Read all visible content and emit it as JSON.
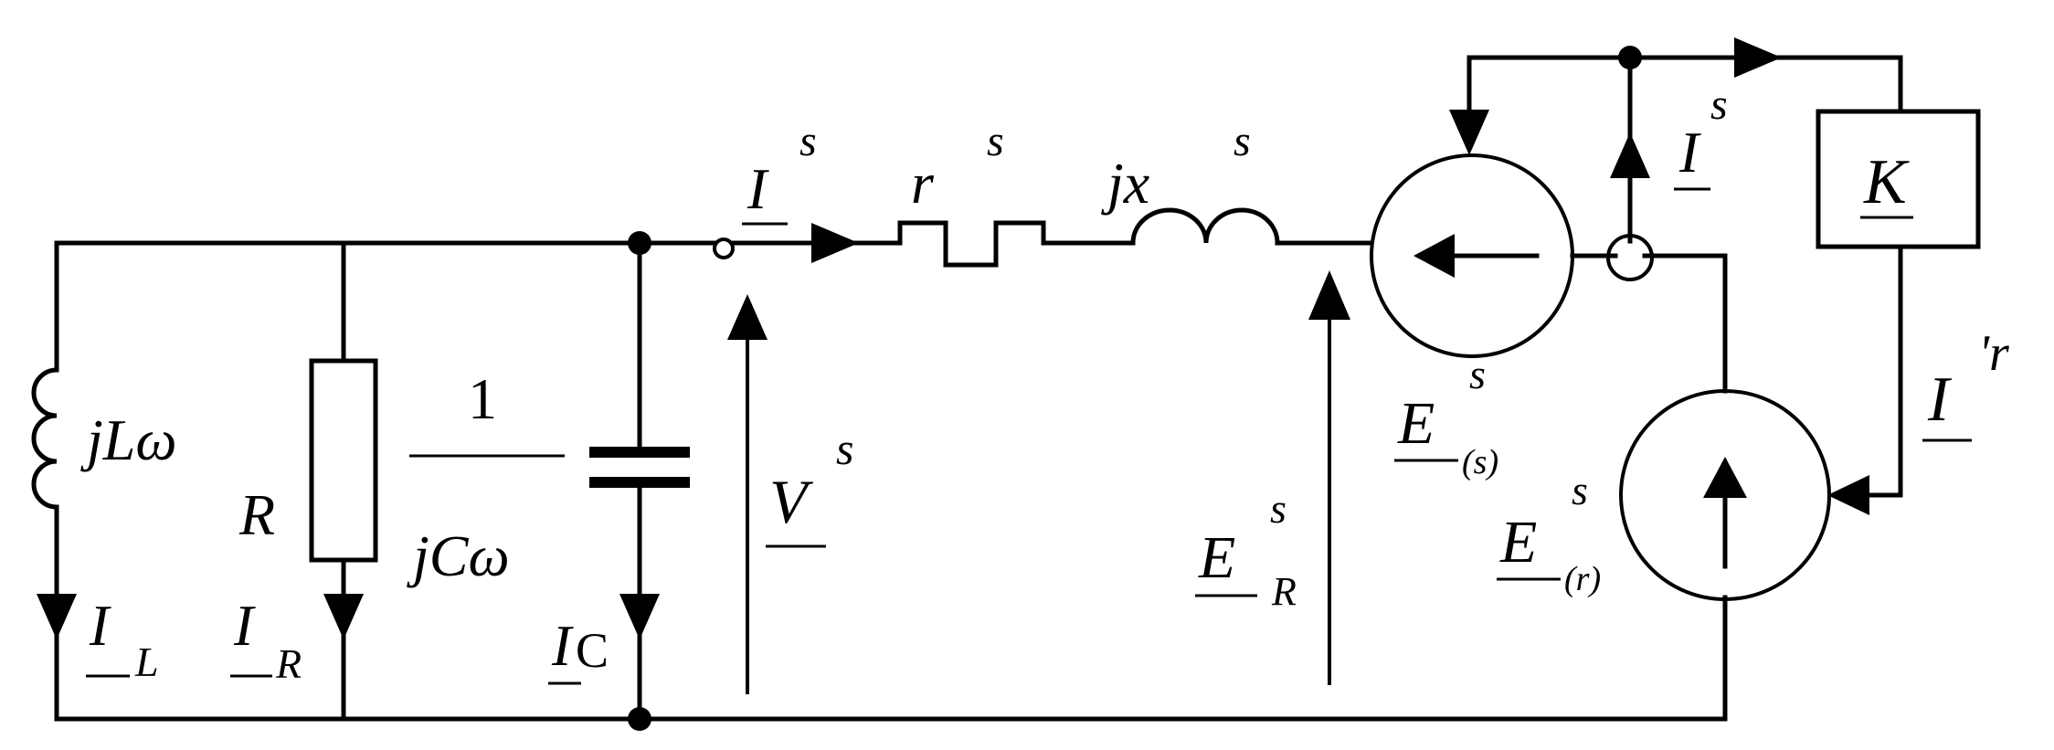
{
  "labels": {
    "inductor": "jLω",
    "resistor": "R",
    "cap_num": "1",
    "cap_den": "jCω",
    "i_s_left": "I",
    "i_s_left_sup": "s",
    "r_s": "r",
    "r_s_sup": "s",
    "jx_s": "jx",
    "jx_s_sup": "s",
    "i_s_right": "I",
    "i_s_right_sup": "s",
    "k": "K",
    "i_r": "I",
    "i_r_sup": "'r",
    "v_s": "V",
    "v_s_sup": "s",
    "e_r": "E",
    "e_r_sup": "s",
    "e_r_sub": "R",
    "e_s": "E",
    "e_s_sup": "s",
    "e_s_sub": "(s)",
    "e_rr": "E",
    "e_rr_sup": "s",
    "e_rr_sub": "(r)",
    "i_l": "I",
    "i_l_sub": "L",
    "i_rr": "I",
    "i_rr_sub": "R",
    "i_c": "I",
    "i_c_sub": "C"
  }
}
